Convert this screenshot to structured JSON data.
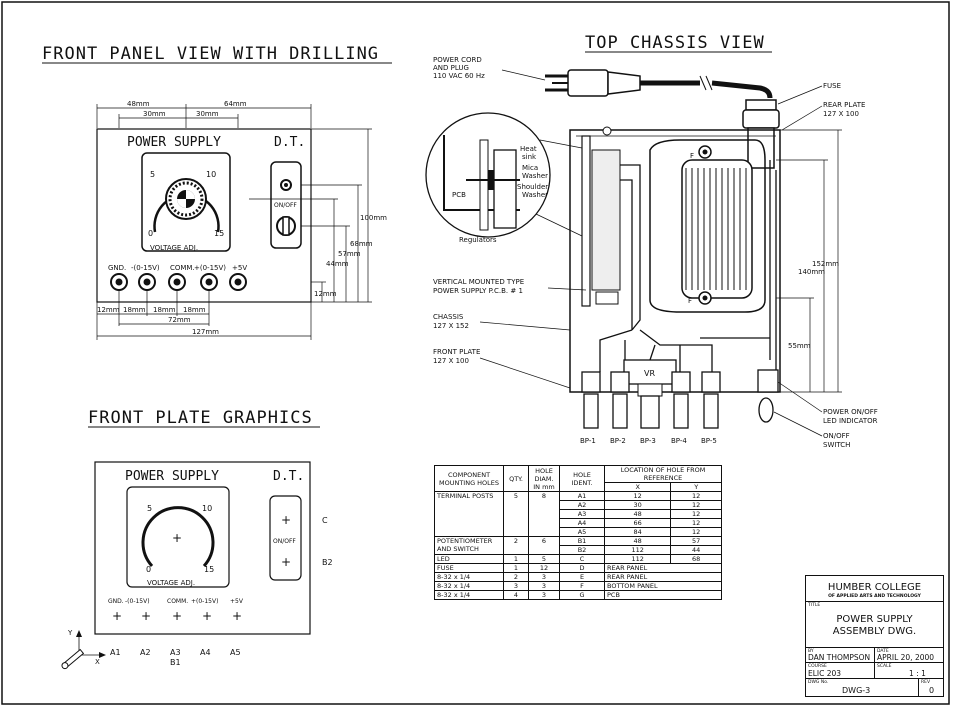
{
  "titles": {
    "front_panel": "FRONT PANEL VIEW WITH DRILLING",
    "top_chassis": "TOP CHASSIS VIEW",
    "front_graphics": "FRONT PLATE GRAPHICS"
  },
  "panel": {
    "power_supply": "POWER SUPPLY",
    "dt": "D.T.",
    "on_off": "ON/OFF",
    "voltage_adj": "VOLTAGE ADJ.",
    "dial_min": "0",
    "dial_5": "5",
    "dial_10": "10",
    "dial_max": "15",
    "terminals": [
      "GND.",
      "-(0-15V)",
      "COMM.",
      "+(0-15V)",
      "+5V"
    ],
    "dims": {
      "d48": "48mm",
      "d64": "64mm",
      "d30a": "30mm",
      "d30b": "30mm",
      "d100": "100mm",
      "d68": "68mm",
      "d57": "57mm",
      "d44": "44mm",
      "d12v": "12mm",
      "d12": "12mm",
      "d18a": "18mm",
      "d18b": "18mm",
      "d18c": "18mm",
      "d72": "72mm",
      "d127": "127mm"
    }
  },
  "graphics": {
    "c_label": "C",
    "b2_label": "B2",
    "a_labels": [
      "A1",
      "A2",
      "A3",
      "A4",
      "A5"
    ],
    "b1_label": "B1",
    "axis_y": "Y",
    "axis_x": "X"
  },
  "chassis": {
    "power_cord": "POWER CORD",
    "and_plug": "AND PLUG",
    "voltage": "110 VAC 60 Hz",
    "fuse": "FUSE",
    "rear_plate": "REAR PLATE",
    "rear_plate_dim": "127 X 100",
    "heat_sink_1": "Heat",
    "heat_sink_2": "sink",
    "mica_1": "Mica",
    "mica_2": "Washer",
    "shoulder_1": "Shoulder",
    "shoulder_2": "Washer",
    "pcb": "PCB",
    "regulators": "Regulators",
    "vertical_1": "VERTICAL MOUNTED TYPE",
    "vertical_2": "POWER SUPPLY P.C.B. # 1",
    "chassis_1": "CHASSIS",
    "chassis_2": "127 X 152",
    "front_plate_1": "FRONT PLATE",
    "front_plate_2": "127 X 100",
    "d152": "152mm",
    "d140": "140mm",
    "d55": "55mm",
    "led_1": "POWER ON/OFF",
    "led_2": "LED INDICATOR",
    "switch_1": "ON/OFF",
    "switch_2": "SWITCH",
    "vr": "VR",
    "f": "F",
    "bp": [
      "BP-1",
      "BP-2",
      "BP-3",
      "BP-4",
      "BP-5"
    ]
  },
  "hole_table": {
    "headers": {
      "component": "COMPONENT MOUNTING HOLES",
      "qty": "QTY.",
      "diam": "HOLE DIAM. IN mm",
      "ident": "HOLE IDENT.",
      "location": "LOCATION OF HOLE FROM REFERENCE",
      "x": "X",
      "y": "Y"
    },
    "rows": [
      {
        "comp": "TERMINAL POSTS",
        "qty": "5",
        "diam": "8",
        "ident": "A1",
        "x": "12",
        "y": "12"
      },
      {
        "comp": "",
        "qty": "",
        "diam": "",
        "ident": "A2",
        "x": "30",
        "y": "12"
      },
      {
        "comp": "",
        "qty": "",
        "diam": "",
        "ident": "A3",
        "x": "48",
        "y": "12"
      },
      {
        "comp": "",
        "qty": "",
        "diam": "",
        "ident": "A4",
        "x": "66",
        "y": "12"
      },
      {
        "comp": "",
        "qty": "",
        "diam": "",
        "ident": "A5",
        "x": "84",
        "y": "12"
      },
      {
        "comp": "POTENTIOMETER AND SWITCH",
        "qty": "2",
        "diam": "6",
        "ident": "B1",
        "x": "48",
        "y": "57"
      },
      {
        "comp": "",
        "qty": "",
        "diam": "",
        "ident": "B2",
        "x": "112",
        "y": "44"
      },
      {
        "comp": "LED",
        "qty": "1",
        "diam": "5",
        "ident": "C",
        "x": "112",
        "y": "68"
      },
      {
        "comp": "FUSE",
        "qty": "1",
        "diam": "12",
        "ident": "D",
        "x": "REAR PANEL",
        "y": ""
      },
      {
        "comp": "8-32 x 1/4",
        "qty": "2",
        "diam": "3",
        "ident": "E",
        "x": "REAR PANEL",
        "y": ""
      },
      {
        "comp": "8-32 x 1/4",
        "qty": "3",
        "diam": "3",
        "ident": "F",
        "x": "BOTTOM PANEL",
        "y": ""
      },
      {
        "comp": "8-32 x 1/4",
        "qty": "4",
        "diam": "3",
        "ident": "G",
        "x": "PCB",
        "y": ""
      }
    ]
  },
  "title_block": {
    "college": "HUMBER COLLEGE",
    "college_sub": "OF APPLIED ARTS AND TECHNOLOGY",
    "title_cap": "TITLE",
    "title_1": "POWER SUPPLY",
    "title_2": "ASSEMBLY DWG.",
    "by_cap": "BY",
    "by": "DAN THOMPSON",
    "date_cap": "DATE",
    "date": "APRIL 20, 2000",
    "course_cap": "COURSE",
    "course": "ELIC 203",
    "scale_cap": "SCALE",
    "scale": "1 : 1",
    "dwg_cap": "DWG No.",
    "dwg": "DWG-3",
    "rev_cap": "REV",
    "rev": "0"
  }
}
